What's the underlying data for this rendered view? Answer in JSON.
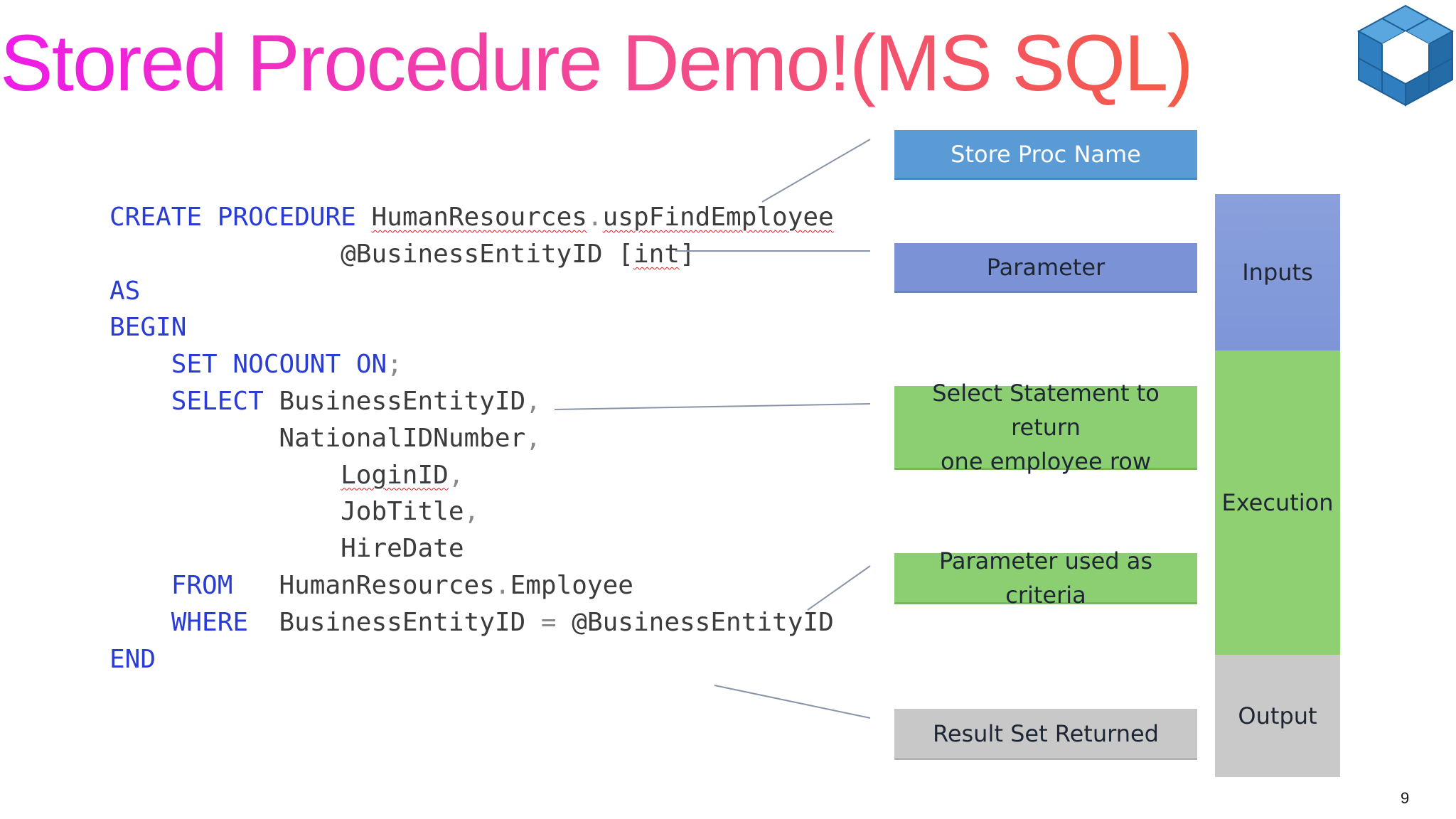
{
  "slide": {
    "title": "Stored Procedure Demo!(MS SQL)",
    "page_number": "9",
    "logo_icon": "cube-ring-logo-icon",
    "colors": {
      "title_gradient": [
        "#ee1be8",
        "#f45b46"
      ],
      "keyword": "#2a3cd6",
      "store_proc_box": "#5b9bd5",
      "parameter_box": "#7b93d6",
      "execution_box": "#8ccf73",
      "output_box": "#c8c8c8"
    }
  },
  "code": {
    "line1": {
      "kw1": "CREATE",
      "kw2": "PROCEDURE",
      "schema": "HumanResources",
      "dot": ".",
      "proc": "uspFindEmployee"
    },
    "line2": {
      "param": "@BusinessEntityID",
      "open": "[",
      "type": "int",
      "close": "]"
    },
    "line3": {
      "kw": "AS"
    },
    "line4": {
      "kw": "BEGIN"
    },
    "line5": {
      "kw1": "SET",
      "kw2": "NOCOUNT",
      "kw3": "ON",
      "semi": ";"
    },
    "line6": {
      "kw": "SELECT",
      "col": "BusinessEntityID",
      "comma": ","
    },
    "line7": {
      "col": "NationalIDNumber",
      "comma": ","
    },
    "line8": {
      "col": "LoginID",
      "comma": ","
    },
    "line9": {
      "col": "JobTitle",
      "comma": ","
    },
    "line10": {
      "col": "HireDate"
    },
    "line11": {
      "kw": "FROM",
      "table": "HumanResources",
      "dot": ".",
      "name": "Employee"
    },
    "line12": {
      "kw": "WHERE",
      "col": "BusinessEntityID",
      "eq": "=",
      "param": "@BusinessEntityID"
    },
    "line13": {
      "kw": "END"
    }
  },
  "labels": {
    "store_proc_name": "Store Proc Name",
    "parameter": "Parameter",
    "select_statement_line1": "Select Statement to return",
    "select_statement_line2": "one employee row",
    "parameter_criteria": "Parameter used as criteria",
    "result_set": "Result Set Returned"
  },
  "phases": {
    "inputs": "Inputs",
    "execution": "Execution",
    "output": "Output"
  }
}
